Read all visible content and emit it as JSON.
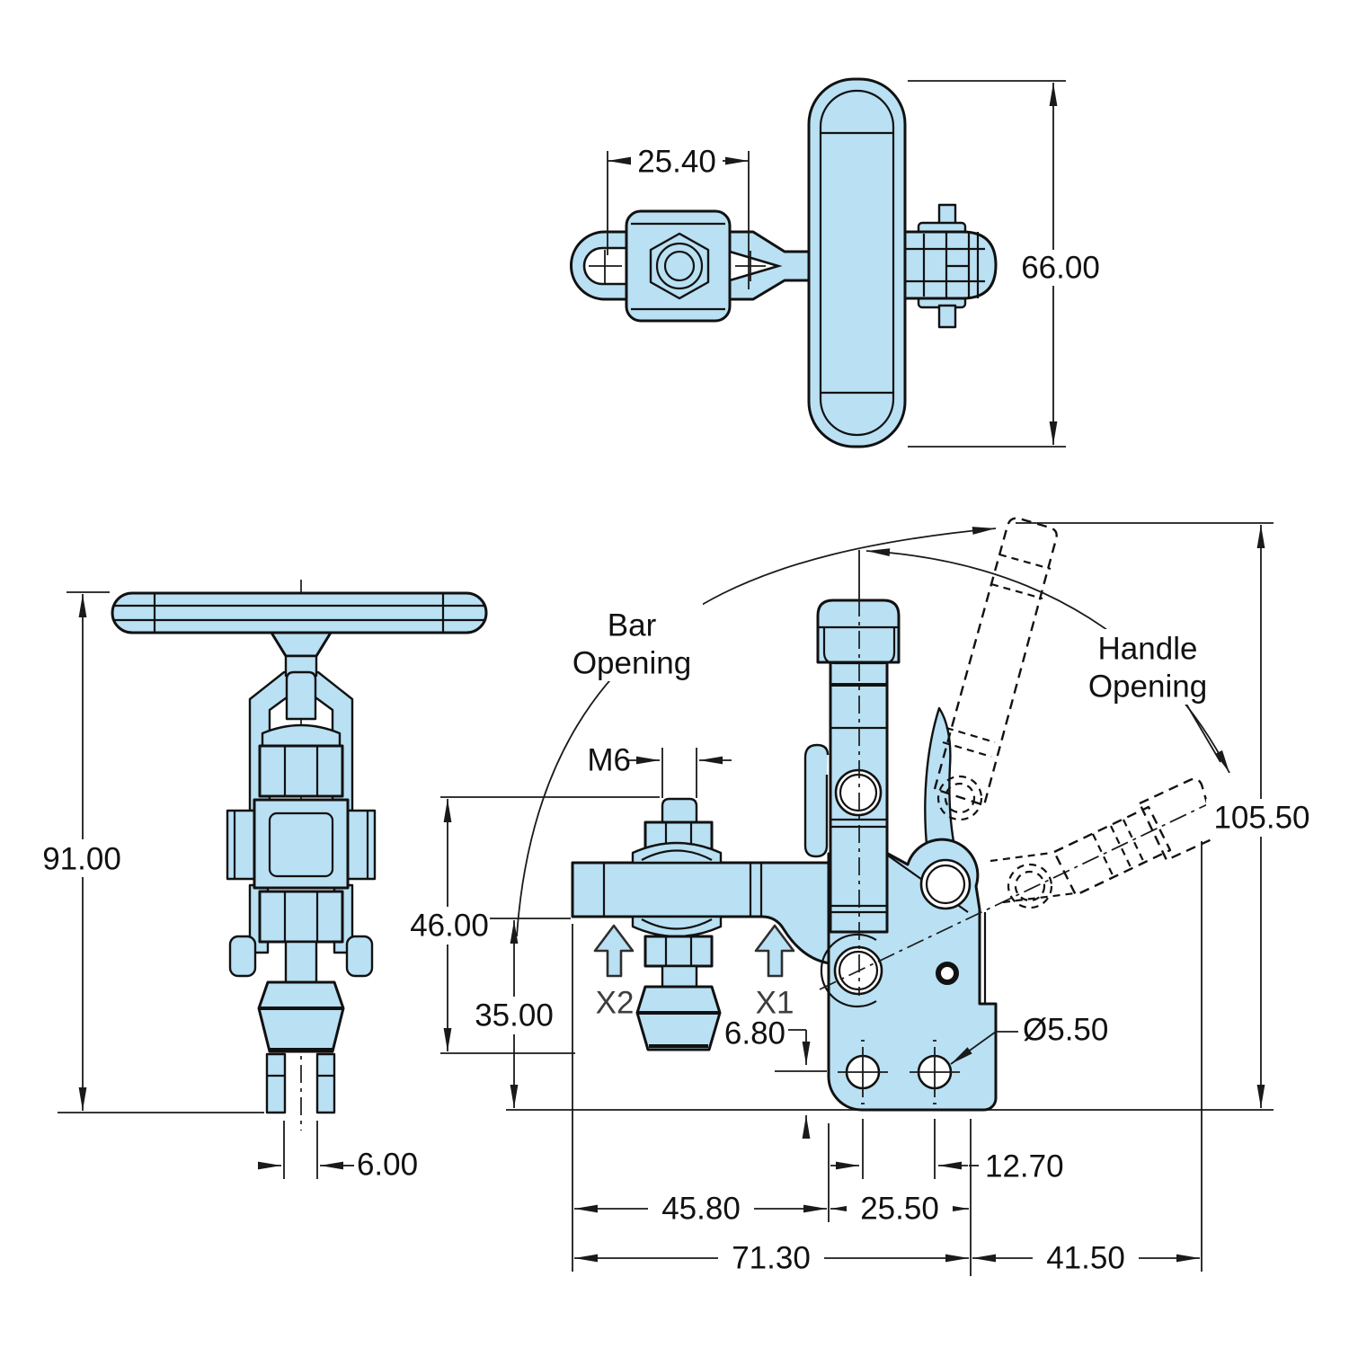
{
  "meta": {
    "description": "Technical dimension drawing of a vertical toggle clamp, three orthographic views"
  },
  "colors": {
    "part_fill": "#B9E0F3",
    "line": "#111111",
    "dim": "#1A1A1A",
    "label_muted": "#3E3E3E",
    "background": "#FFFFFF"
  },
  "top_view": {
    "dim_width": "25.40",
    "dim_height": "66.00"
  },
  "side_view": {
    "dim_height": "91.00",
    "dim_fork_gap": "6.00"
  },
  "front_view": {
    "label_bar_1": "Bar",
    "label_bar_2": "Opening",
    "label_handle_1": "Handle",
    "label_handle_2": "Opening",
    "dim_thread": "M6",
    "dim_spindle_height": "46.00",
    "dim_bar_height": "35.00",
    "label_x2": "X2",
    "label_x1": "X1",
    "dim_hole_edge": "6.80",
    "dim_hole_dia": "Ø5.50",
    "dim_open_height": "105.50",
    "dim_hole_pitch": "12.70",
    "dim_bar_reach": "45.80",
    "dim_base_width": "25.50",
    "dim_overall_width": "71.30",
    "dim_handle_reach": "41.50"
  }
}
